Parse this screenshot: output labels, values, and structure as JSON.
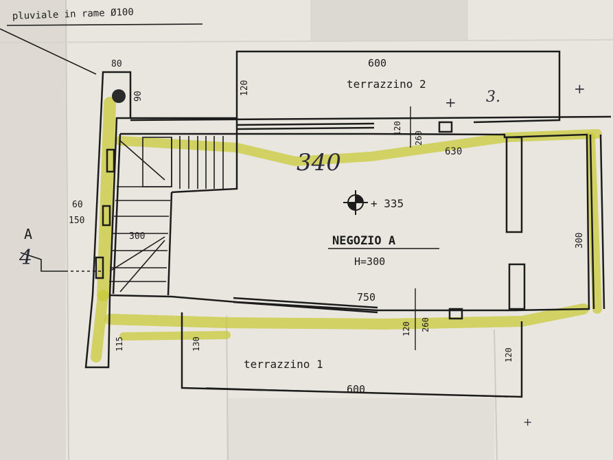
{
  "colors": {
    "paper": "#e9e6e0",
    "ink": "#1c1c1c",
    "highlighter": "#c9c93a",
    "fold_shadow": "#d2cfc8"
  },
  "labels": {
    "downpipe": "pluviale in rame Ø100",
    "terrace_2": "terrazzino 2",
    "terrace_1": "terrazzino 1",
    "shop_name": "NEGOZIO A",
    "shop_height": "H=300",
    "elevation": "+ 335",
    "section_letter": "A",
    "section_number": "4"
  },
  "handwritten": {
    "width_note": "340",
    "note_3": "3.",
    "mark_plus_1": "+",
    "mark_plus_2": "+",
    "mark_plus_3": "+"
  },
  "dimensions": {
    "d_80": "80",
    "d_90": "90",
    "d_600_top": "600",
    "d_120_top": "120",
    "d_120_window": "120",
    "d_260_window": "260",
    "d_630": "630",
    "d_60": "60",
    "d_150": "150",
    "d_300_stair": "300",
    "d_300_right": "300",
    "d_750": "750",
    "d_120_door": "120",
    "d_260_door": "260",
    "d_115": "115",
    "d_130": "130",
    "d_120_bottom": "120",
    "d_600_bottom": "600"
  }
}
